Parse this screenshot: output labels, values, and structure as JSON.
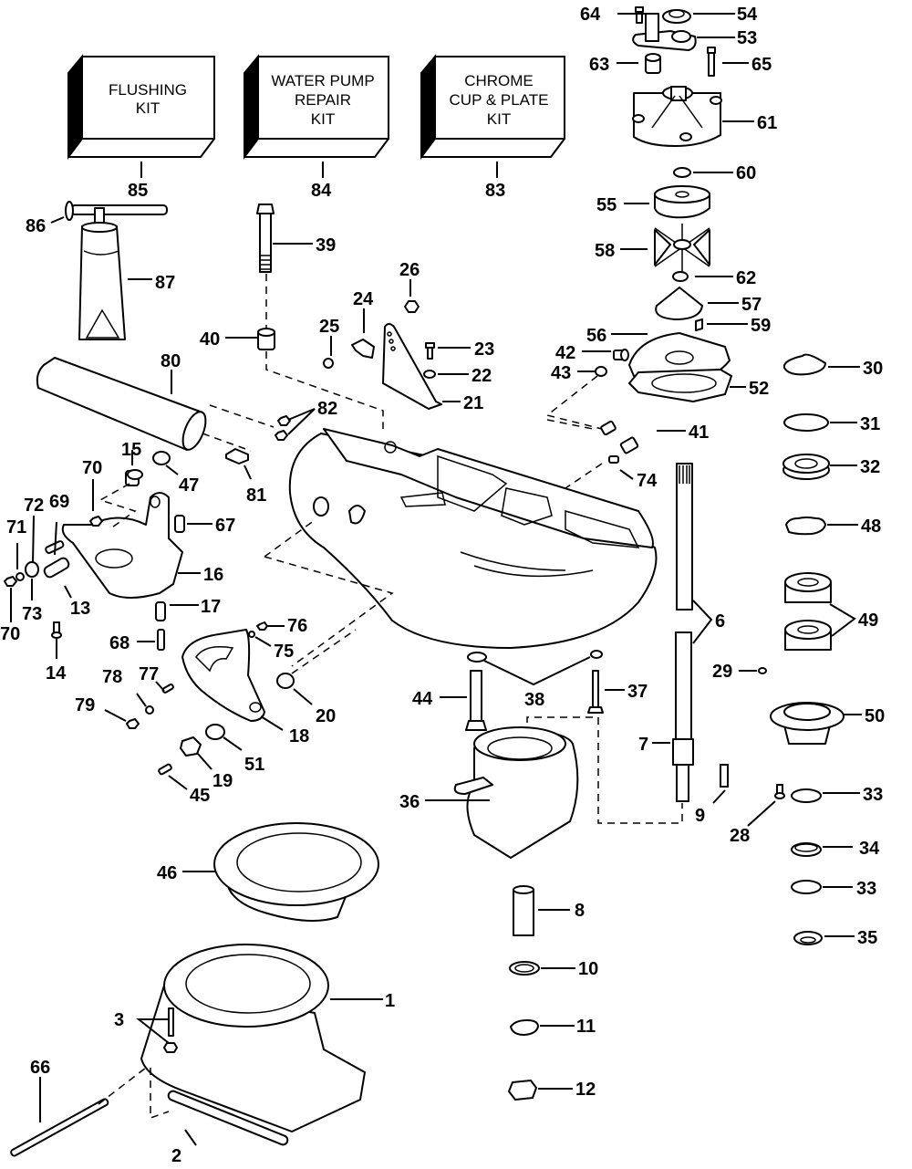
{
  "diagram": {
    "type": "exploded-parts-diagram",
    "kits": [
      {
        "id": "85",
        "lines": [
          "FLUSHING",
          "KIT"
        ]
      },
      {
        "id": "84",
        "lines": [
          "WATER PUMP",
          "REPAIR",
          "KIT"
        ]
      },
      {
        "id": "83",
        "lines": [
          "CHROME",
          "CUP & PLATE",
          "KIT"
        ]
      }
    ],
    "callouts": {
      "p1": "1",
      "p2": "2",
      "p3": "3",
      "p6": "6",
      "p7": "7",
      "p8": "8",
      "p9": "9",
      "p10": "10",
      "p11": "11",
      "p12": "12",
      "p13": "13",
      "p14": "14",
      "p15": "15",
      "p16": "16",
      "p17": "17",
      "p18": "18",
      "p19": "19",
      "p20": "20",
      "p21": "21",
      "p22": "22",
      "p23": "23",
      "p24": "24",
      "p25": "25",
      "p26": "26",
      "p28": "28",
      "p29": "29",
      "p30": "30",
      "p31": "31",
      "p32": "32",
      "p33a": "33",
      "p33b": "33",
      "p34": "34",
      "p35": "35",
      "p36": "36",
      "p37": "37",
      "p38": "38",
      "p39": "39",
      "p40": "40",
      "p41": "41",
      "p42": "42",
      "p43": "43",
      "p44": "44",
      "p45": "45",
      "p46": "46",
      "p47": "47",
      "p48": "48",
      "p49": "49",
      "p50": "50",
      "p51": "51",
      "p52": "52",
      "p53": "53",
      "p54": "54",
      "p55": "55",
      "p56": "56",
      "p57": "57",
      "p58": "58",
      "p59": "59",
      "p60": "60",
      "p61": "61",
      "p62": "62",
      "p63": "63",
      "p64": "64",
      "p65": "65",
      "p66": "66",
      "p67": "67",
      "p68": "68",
      "p69": "69",
      "p70a": "70",
      "p70b": "70",
      "p71": "71",
      "p72": "72",
      "p73": "73",
      "p74": "74",
      "p75": "75",
      "p76": "76",
      "p77": "77",
      "p78": "78",
      "p79": "79",
      "p80": "80",
      "p81": "81",
      "p82": "82",
      "p83": "83",
      "p84": "84",
      "p85": "85",
      "p86": "86",
      "p87": "87"
    }
  }
}
